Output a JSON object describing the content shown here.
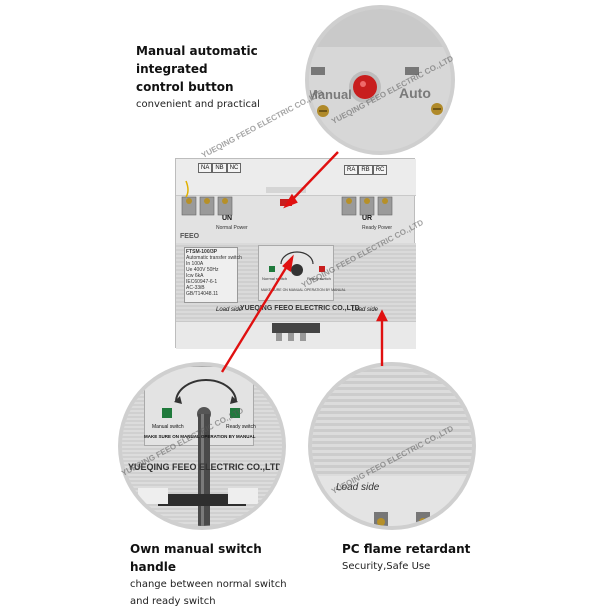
{
  "brand": "FEEO",
  "watermark": "YUEQING FEEO ELECTRIC CO.,LTD",
  "colors": {
    "arrow": "#e01010",
    "device_body": "#dcdcdc",
    "button_red": "#c81e1e",
    "indicator_green": "#1f7a3c"
  },
  "callouts": {
    "top": {
      "title_line1": "Manual automatic integrated",
      "title_line2": "control button",
      "subtitle": "convenient and practical"
    },
    "bottom_left": {
      "title": "Own manual switch handle",
      "subtitle_line1": "change between normal switch",
      "subtitle_line2": "and ready switch"
    },
    "bottom_right": {
      "title": "PC flame retardant",
      "subtitle": "Security,Safe Use"
    }
  },
  "zoom_top": {
    "left_label": "Manual",
    "right_label": "Auto"
  },
  "device": {
    "terminals_left": [
      "NA",
      "NB",
      "NC"
    ],
    "terminals_right": [
      "RA",
      "RB",
      "RC"
    ],
    "un_left": "UN",
    "un_left_sub": "Normal Power",
    "un_right": "UR",
    "un_right_sub": "Ready Power",
    "model": "FTSM-100/3P",
    "model_desc": "Automatic transfer switch",
    "specs": [
      "In  100A",
      "Ue  400V 50Hz",
      "Icw  6kA",
      "IEC60947-6-1",
      "AC-33iB",
      "GB/T14048.11"
    ],
    "center_left_label": "Normal switch",
    "center_right_label": "Ready switch",
    "center_warning": "MAKE SURE ON MANUAL OPERATION BY MANUAL",
    "company": "YUEQING FEEO ELECTRIC CO.,LTD",
    "load_side_left": "Load side",
    "load_side_right": "Load side"
  },
  "zoom_left": {
    "left_label": "Manual switch",
    "right_label": "Ready switch",
    "warning": "MAKE SURE ON MANUAL OPERATION BY MANUAL",
    "company": "YUEQING FEEO ELECTRIC CO.,LTD"
  },
  "zoom_right": {
    "load_side": "Load side"
  }
}
